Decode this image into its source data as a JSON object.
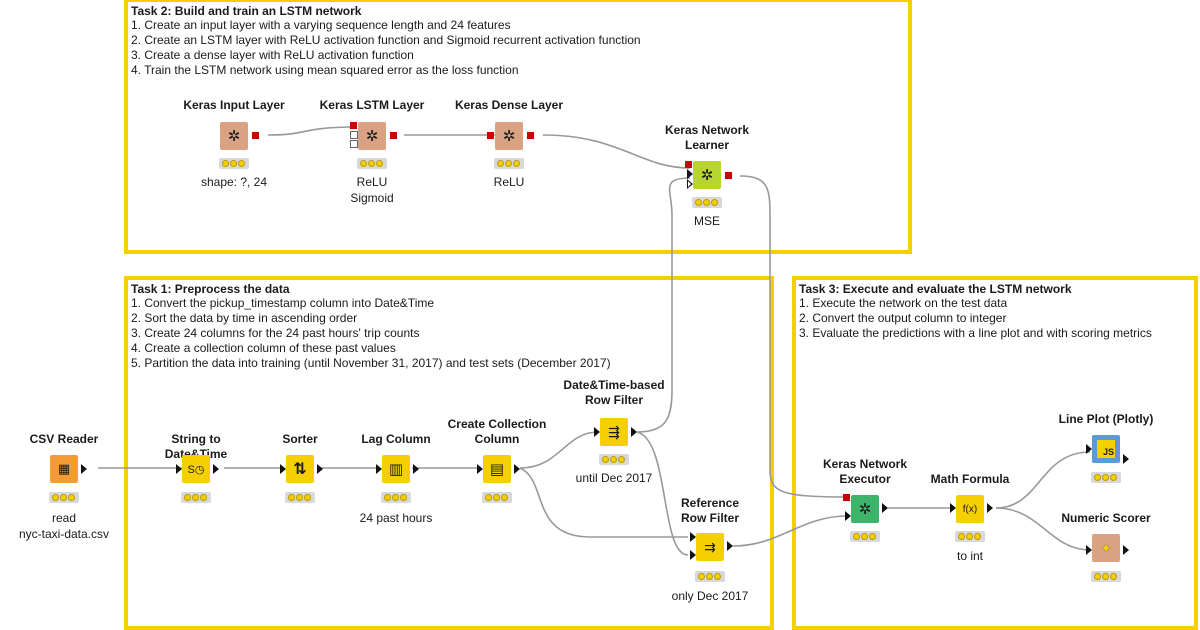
{
  "annotations": {
    "task2": {
      "title": "Task 2: Build and train an LSTM network",
      "lines": [
        "1. Create an input layer with a varying sequence length and 24 features",
        "2. Create an LSTM layer with ReLU activation function and Sigmoid recurrent activation function",
        "3. Create a dense layer with ReLU activation function",
        "4. Train the LSTM network using mean squared error as the loss function"
      ]
    },
    "task1": {
      "title": "Task 1: Preprocess the data",
      "lines": [
        "1. Convert the pickup_timestamp column into Date&Time",
        "2. Sort the data by time in ascending order",
        "3. Create 24 columns for the 24 past hours' trip counts",
        "4. Create a collection column of these past values",
        "5. Partition the data into training (until November 31, 2017) and test sets (December 2017)"
      ]
    },
    "task3": {
      "title": "Task 3: Execute and evaluate the LSTM network",
      "lines": [
        "1. Execute the network on the test data",
        "2. Convert the output column to integer",
        "3. Evaluate the predictions with a line plot and with scoring metrics"
      ]
    }
  },
  "nodes": {
    "csv_reader": {
      "title": "CSV Reader",
      "label": "read\nnyc-taxi-data.csv",
      "icon": "table-read-icon",
      "color": "#f39c34"
    },
    "string_to_datetime": {
      "title": "String to Date&Time",
      "label": "",
      "icon": "clock-convert-icon",
      "color": "#f5d000"
    },
    "sorter": {
      "title": "Sorter",
      "label": "",
      "icon": "sort-arrows-icon",
      "color": "#f5d000"
    },
    "lag_column": {
      "title": "Lag Column",
      "label": "24 past hours",
      "icon": "lag-column-icon",
      "color": "#f5d000"
    },
    "create_collection": {
      "title": "Create Collection\nColumn",
      "label": "",
      "icon": "collection-icon",
      "color": "#f5d000"
    },
    "datetime_row_filter": {
      "title": "Date&Time-based\nRow Filter",
      "label": "until Dec 2017",
      "icon": "filter-clock-icon",
      "color": "#f5d000"
    },
    "reference_row_filter": {
      "title": "Reference\nRow Filter",
      "label": "only Dec 2017",
      "icon": "reference-filter-icon",
      "color": "#f5d000"
    },
    "keras_input": {
      "title": "Keras Input Layer",
      "label": "shape: ?, 24",
      "icon": "neural-net-icon",
      "color": "#d9a283"
    },
    "keras_lstm": {
      "title": "Keras LSTM Layer",
      "label": "ReLU\nSigmoid",
      "icon": "neural-net-icon",
      "color": "#d9a283"
    },
    "keras_dense": {
      "title": "Keras Dense Layer",
      "label": "ReLU",
      "icon": "neural-net-icon",
      "color": "#d9a283"
    },
    "keras_learner": {
      "title": "Keras Network\nLearner",
      "label": "MSE",
      "icon": "neural-net-icon",
      "color": "#b8d430"
    },
    "keras_executor": {
      "title": "Keras Network\nExecutor",
      "label": "",
      "icon": "neural-net-icon",
      "color": "#3cb56b"
    },
    "math_formula": {
      "title": "Math Formula",
      "label": "to int",
      "icon": "formula-icon",
      "color": "#f5d000"
    },
    "line_plot": {
      "title": "Line Plot (Plotly)",
      "label": "",
      "icon": "js-view-icon",
      "color": "#5b9bd5"
    },
    "numeric_scorer": {
      "title": "Numeric Scorer",
      "label": "",
      "icon": "scorer-icon",
      "color": "#d9a283"
    }
  },
  "icon_glyphs": {
    "csv_reader": "▦",
    "string_to_datetime": "S◷",
    "sorter": "⇅",
    "lag_column": "▥",
    "create_collection": "▤",
    "datetime_row_filter": "⇶",
    "reference_row_filter": "⇉",
    "keras": "✲",
    "math_formula": "f(x)",
    "line_plot": "JS",
    "numeric_scorer": "✦"
  },
  "colors": {
    "annotation_border": "#f5d000",
    "connection": "#999999",
    "status_light": "#f5d000",
    "status_bar": "#d8d8d8",
    "model_port": "#cc0000"
  }
}
